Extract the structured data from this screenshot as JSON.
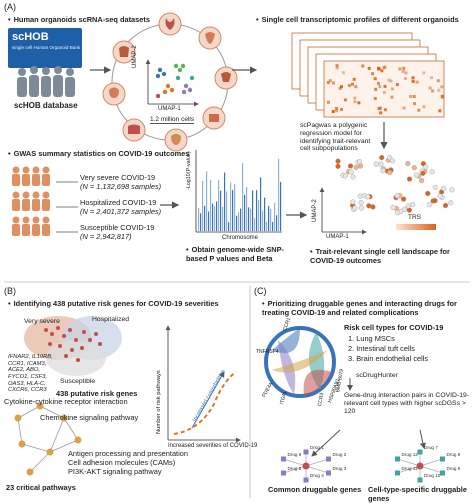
{
  "panel_a": {
    "label": "(A)",
    "datasets_title": "Human organoids scRNA-seq datasets",
    "logo": {
      "name": "scHOB",
      "tagline": "single cell Human Organoid Bank"
    },
    "database_label": "scHOB database",
    "umap_x": "UMAP-1",
    "umap_y": "UMAP-2",
    "cells_label": "1.2 million cells",
    "profiles_title": "Single cell transcriptomic profiles of different organoids",
    "scpagwas_text": "scPagwas a polygenic regression model for identifying trait-relevant cell subpopulations",
    "gwas_title": "GWAS summary statistics on COVID-19 outcomes",
    "groups": [
      {
        "label": "Very severe COVID-19",
        "n": "(N = 1,132,698 samples)"
      },
      {
        "label": "Hospitalized COVID-19",
        "n": "(N = 2,401,372 samples)"
      },
      {
        "label": "Susceptible COVID-19",
        "n": "(N = 2,942,817)"
      }
    ],
    "manhattan_ylabel": "-Log10(P-value)",
    "manhattan_xlabel": "Chromosome",
    "snp_text": "Obtain genome-wide SNP-based P values and Beta",
    "trs_legend": "TRS",
    "landscape_text": "Trait-relevant single cell landscape for COVID-19 outcomes"
  },
  "panel_b": {
    "label": "(B)",
    "title": "Identifying 438 putative risk genes for COVID-19 severities",
    "venn": {
      "a": "Very severe",
      "b": "Hospitalized",
      "c": "Susceptible"
    },
    "genes_list": "IFNAR2, IL10RB, CCR1, ICAM3, ACE2, ABO, FYCO1, CSF3, OAS3, HLA-C, CXCR6, CCR3",
    "genes_caption": "438 putative risk genes",
    "plot_ylabel": "Number of risk pathways",
    "plot_xlabel": "Increased severities of COVID-19",
    "plot_annotation": "Increased comorbidities",
    "pathways": [
      "Cytokine-cytokine receptor interaction",
      "Chemokine signaling pathway",
      "Antigen processing and presentation",
      "Cell adhesion molecules (CAMs)",
      "PI3K-AKT signaling pathway"
    ],
    "pathways_caption": "23 critical pathways"
  },
  "panel_c": {
    "label": "(C)",
    "title": "Prioritizing druggable genes and interacting drugs for treating COVID-19 and related complications",
    "chord_genes": [
      "CCR1",
      "TNFRSF4",
      "PDE4A",
      "ITGAL",
      "CCR3",
      "HSP90AB1",
      "BMB-8079"
    ],
    "cell_types_title": "Risk cell types for COVID-19",
    "cell_types": [
      "Lung MSCs",
      "Intestinal tuft cells",
      "Brain endothelial cells"
    ],
    "tool": "scDrugHunter",
    "interaction_text": "Gene-drug interaction pairs in COVID-19-relevant cell types with higher scDGSs > 120",
    "network_left_drugs": [
      "Drug 1",
      "Drug 2",
      "Drug 3",
      "Drug 4",
      "Drug 5",
      "Drug 6"
    ],
    "network_right_drugs": [
      "Drug 7",
      "Drug 8",
      "Drug 9",
      "Drug 10",
      "Drug 11",
      "Drug 12"
    ],
    "left_caption": "Common druggable genes",
    "right_caption": "Cell-type-specific druggable genes"
  },
  "colors": {
    "accent_orange": "#e0762a",
    "blue": "#3a74b8",
    "gray": "#8a8a8a",
    "purple": "#8a7ac8",
    "teal": "#3fa5a0"
  }
}
